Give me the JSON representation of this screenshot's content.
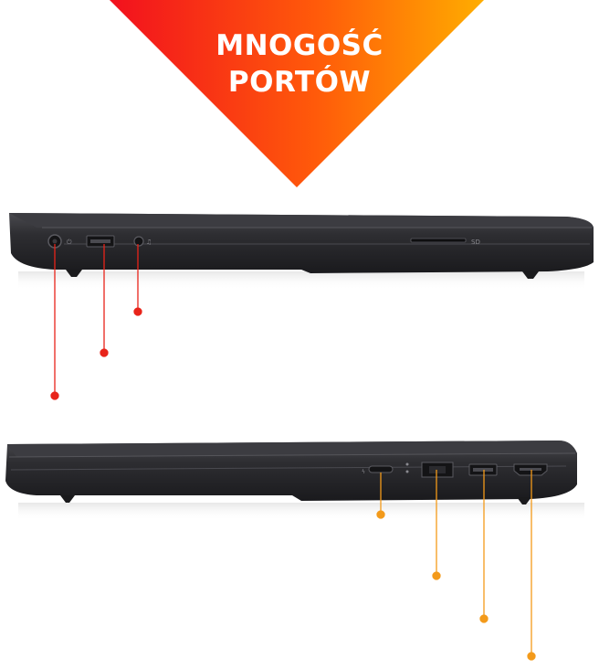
{
  "banner": {
    "line1": "MNOGOŚĆ",
    "line2": "PORTÓW",
    "gradient_start": "#f2101e",
    "gradient_end": "#ffad00"
  },
  "left_side": {
    "ports": [
      "power-port",
      "usb-a-port",
      "audio-jack",
      "sd-card-slot"
    ],
    "sd_label": "SD",
    "callout_color": "#e8241a"
  },
  "right_side": {
    "ports": [
      "usb-c-port",
      "ethernet-port",
      "usb-a-port",
      "hdmi-port"
    ],
    "callout_color": "#f39a1a"
  },
  "colors": {
    "chassis_top": "#3a3a3e",
    "chassis_body": "#2a2a2e",
    "chassis_dark": "#1c1c1f"
  }
}
